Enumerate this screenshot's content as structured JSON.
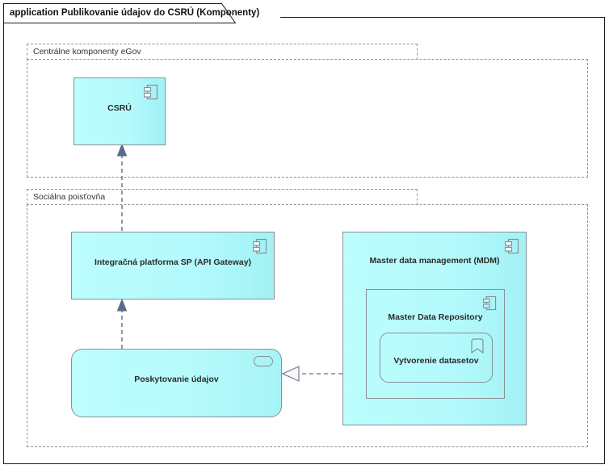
{
  "frame": {
    "title": "application Publikovanie údajov do CSRÚ (Komponenty)",
    "border_color": "#1a1a1a",
    "background": "#ffffff"
  },
  "palette": {
    "element_fill_light": "#bdfdfd",
    "element_fill_dark": "#a2f1f5",
    "element_border": "#8a8f96",
    "group_border": "#9e8e93",
    "connector_color": "#5d6b8a",
    "text_color": "#2b2b2b"
  },
  "groups": [
    {
      "id": "group-centralne-komponenty-egov",
      "label": "Centrálne komponenty eGov"
    },
    {
      "id": "group-socialna-poistovna",
      "label": "Sociálna poisťovňa"
    }
  ],
  "nodes": [
    {
      "id": "node-csru",
      "label": "CSRÚ",
      "icon": "uml-component-icon",
      "shape": "component"
    },
    {
      "id": "node-integracna-platforma",
      "label": "Integračná platforma SP (API Gateway)",
      "icon": "uml-component-icon",
      "shape": "component"
    },
    {
      "id": "node-mdm",
      "label": "Master data management (MDM)",
      "icon": "uml-component-icon",
      "shape": "component"
    },
    {
      "id": "node-master-data-repository",
      "label": "Master Data Repository",
      "icon": "uml-component-icon",
      "shape": "component-plain"
    },
    {
      "id": "node-vytvorenie-datasetov",
      "label": "Vytvorenie datasetov",
      "icon": "bookmark-icon",
      "shape": "rounded-plain"
    },
    {
      "id": "node-poskytovanie-udajov",
      "label": "Poskytovanie údajov",
      "icon": "application-service-oval-icon",
      "shape": "rounded"
    }
  ],
  "connectors": [
    {
      "id": "connector-integracna-to-csru",
      "type": "dependency-flow",
      "style": "dashed",
      "arrow": "filled-triangle",
      "from": "node-integracna-platforma",
      "to": "node-csru"
    },
    {
      "id": "connector-poskytovanie-to-integracna",
      "type": "dependency-flow",
      "style": "dashed",
      "arrow": "filled-triangle",
      "from": "node-poskytovanie-udajov",
      "to": "node-integracna-platforma"
    },
    {
      "id": "connector-vytvorenie-realizes-poskytovanie",
      "type": "realization",
      "style": "dashed",
      "arrow": "hollow-triangle",
      "from": "node-vytvorenie-datasetov",
      "to": "node-poskytovanie-udajov"
    }
  ]
}
